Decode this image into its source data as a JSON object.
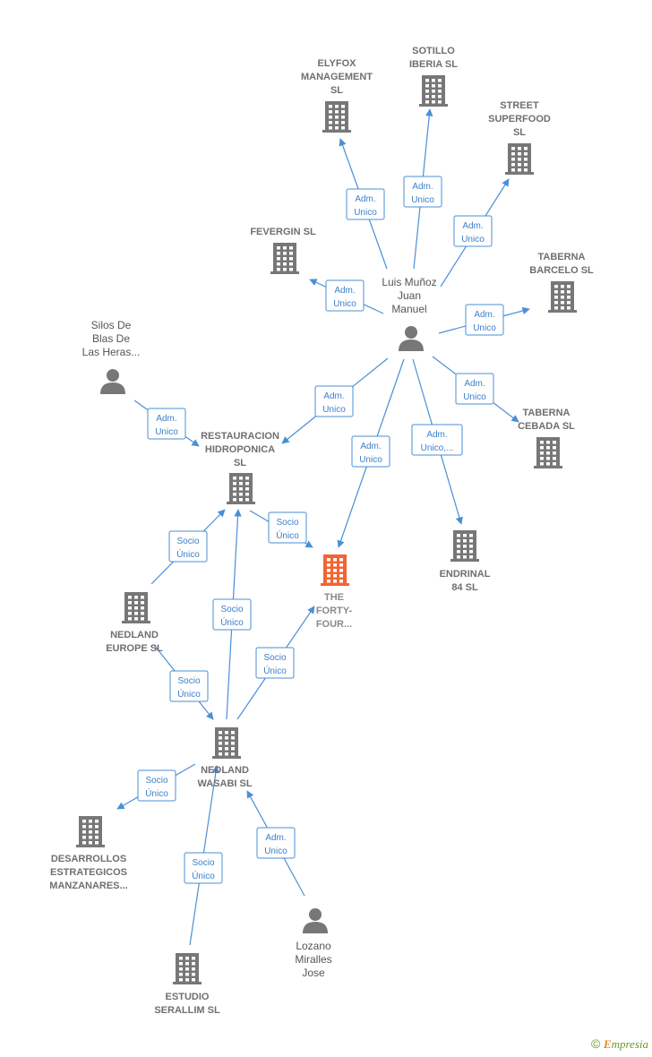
{
  "colors": {
    "edge": "#4a8fd6",
    "icon": "#777777",
    "focus": "#f26433"
  },
  "nodes": [
    {
      "id": "elyfox",
      "type": "company",
      "lines": [
        "ELYFOX",
        "MANAGEMENT",
        "SL"
      ],
      "icon": "building-icon"
    },
    {
      "id": "sotillo",
      "type": "company",
      "lines": [
        "SOTILLO",
        "IBERIA  SL"
      ],
      "icon": "building-icon"
    },
    {
      "id": "street",
      "type": "company",
      "lines": [
        "STREET",
        "SUPERFOOD",
        "SL"
      ],
      "icon": "building-icon"
    },
    {
      "id": "fevergin",
      "type": "company",
      "lines": [
        "FEVERGIN SL"
      ],
      "icon": "building-icon"
    },
    {
      "id": "barcelo",
      "type": "company",
      "lines": [
        "TABERNA",
        "BARCELO SL"
      ],
      "icon": "building-icon"
    },
    {
      "id": "luis",
      "type": "person",
      "lines": [
        "Luis Muñoz",
        "Juan",
        "Manuel"
      ],
      "icon": "person-icon"
    },
    {
      "id": "silos",
      "type": "person",
      "lines": [
        "Silos De",
        "Blas De",
        "Las Heras..."
      ],
      "icon": "person-icon"
    },
    {
      "id": "cebada",
      "type": "company",
      "lines": [
        "TABERNA",
        "CEBADA SL"
      ],
      "icon": "building-icon"
    },
    {
      "id": "restauracion",
      "type": "company",
      "lines": [
        "RESTAURACION",
        "HIDROPONICA",
        "SL"
      ],
      "icon": "building-icon"
    },
    {
      "id": "endrinal",
      "type": "company",
      "lines": [
        "ENDRINAL",
        "84  SL"
      ],
      "icon": "building-icon"
    },
    {
      "id": "fortyfour",
      "type": "focus",
      "lines": [
        "THE",
        "FORTY-",
        "FOUR..."
      ],
      "icon": "building-icon"
    },
    {
      "id": "nedeurope",
      "type": "company",
      "lines": [
        "NEDLAND",
        "EUROPE  SL"
      ],
      "icon": "building-icon"
    },
    {
      "id": "wasabi",
      "type": "company",
      "lines": [
        "NEDLAND",
        "WASABI  SL"
      ],
      "icon": "building-icon"
    },
    {
      "id": "desarrollos",
      "type": "company",
      "lines": [
        "DESARROLLOS",
        "ESTRATEGICOS",
        "MANZANARES..."
      ],
      "icon": "building-icon"
    },
    {
      "id": "lozano",
      "type": "person",
      "lines": [
        "Lozano",
        "Miralles",
        "Jose"
      ],
      "icon": "person-icon"
    },
    {
      "id": "serallim",
      "type": "company",
      "lines": [
        "ESTUDIO",
        "SERALLIM SL"
      ],
      "icon": "building-icon"
    }
  ],
  "edges": [
    {
      "from": "luis",
      "to": "elyfox",
      "label": [
        "Adm.",
        "Unico"
      ]
    },
    {
      "from": "luis",
      "to": "sotillo",
      "label": [
        "Adm.",
        "Unico"
      ]
    },
    {
      "from": "luis",
      "to": "street",
      "label": [
        "Adm.",
        "Unico"
      ]
    },
    {
      "from": "luis",
      "to": "fevergin",
      "label": [
        "Adm.",
        "Unico"
      ]
    },
    {
      "from": "luis",
      "to": "barcelo",
      "label": [
        "Adm.",
        "Unico"
      ]
    },
    {
      "from": "luis",
      "to": "cebada",
      "label": [
        "Adm.",
        "Unico"
      ]
    },
    {
      "from": "luis",
      "to": "restauracion",
      "label": [
        "Adm.",
        "Unico"
      ]
    },
    {
      "from": "luis",
      "to": "fortyfour",
      "label": [
        "Adm.",
        "Unico"
      ]
    },
    {
      "from": "luis",
      "to": "endrinal",
      "label": [
        "Adm.",
        "Unico,..."
      ]
    },
    {
      "from": "silos",
      "to": "restauracion",
      "label": [
        "Adm.",
        "Unico"
      ]
    },
    {
      "from": "restauracion",
      "to": "fortyfour",
      "label": [
        "Socio",
        "Único"
      ]
    },
    {
      "from": "nedeurope",
      "to": "restauracion",
      "label": [
        "Socio",
        "Único"
      ]
    },
    {
      "from": "wasabi",
      "to": "restauracion",
      "label": [
        "Socio",
        "Único"
      ]
    },
    {
      "from": "nedeurope",
      "to": "wasabi",
      "label": [
        "Socio",
        "Único"
      ]
    },
    {
      "from": "wasabi",
      "to": "fortyfour",
      "label": [
        "Socio",
        "Único"
      ]
    },
    {
      "from": "wasabi",
      "to": "desarrollos",
      "label": [
        "Socio",
        "Único"
      ]
    },
    {
      "from": "serallim",
      "to": "wasabi",
      "label": [
        "Socio",
        "Único"
      ]
    },
    {
      "from": "lozano",
      "to": "wasabi",
      "label": [
        "Adm.",
        "Unico"
      ]
    }
  ],
  "footer": {
    "copyright": "©",
    "brand_initial": "E",
    "brand_rest": "mpresia"
  }
}
